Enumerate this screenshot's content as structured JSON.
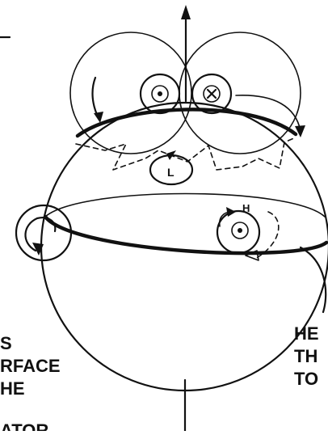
{
  "left_text_lines": [
    "S",
    "RFACE",
    "HE",
    "ATOR"
  ],
  "right_text_lines": [
    "HE",
    "TH",
    "TO"
  ],
  "marks": {
    "low_label": "L",
    "high_label": "H"
  },
  "colors": {
    "ink": "#111111",
    "paper": "#ffffff"
  }
}
